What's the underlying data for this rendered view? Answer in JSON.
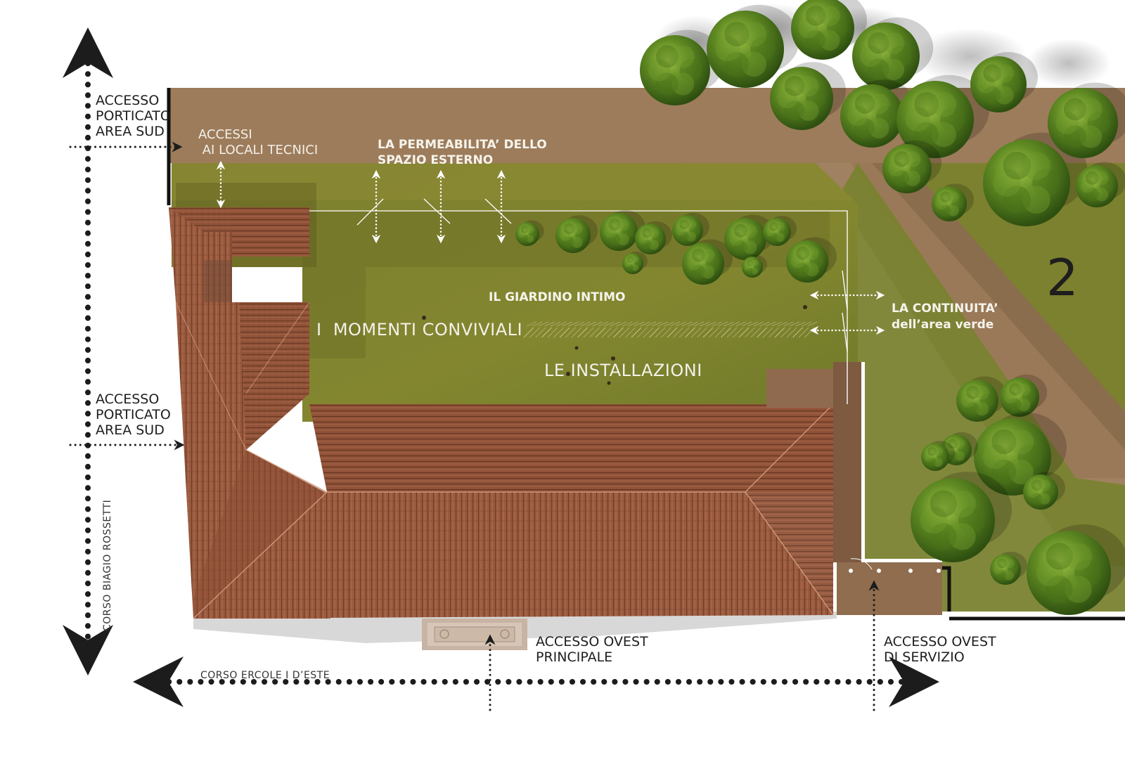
{
  "labels": {
    "access_portico_north": "ACCESSO\nPORTICATO\nAREA SUD",
    "access_technical": "ACCESSI\n AI LOCALI TECNICI",
    "permeability": "LA PERMEABILITA’ DELLO\nSPAZIO ESTERNO",
    "intimate_garden": "IL GIARDINO INTIMO",
    "convivial_moments": "I  MOMENTI CONVIVIALI",
    "installations": "LE INSTALLAZIONI",
    "continuity_title": "LA CONTINUITA’",
    "continuity_sub": "dell’area verde",
    "area_number": "2",
    "access_portico_south": "ACCESSO\nPORTICATO\nAREA SUD",
    "street_west": "CORSO BIAGIO ROSSETTI",
    "street_south": "CORSO ERCOLE I D’ESTE",
    "access_west_main": "ACCESSO OVEST\nPRINCIPALE",
    "access_west_service": "ACCESSO OVEST\nDI SERVIZIO"
  },
  "colors": {
    "grass": "#7e8430",
    "path": "#9e7d5c",
    "roof": "#9a5a3e",
    "roof_dark": "#7e4430",
    "tree": "#4f7a1c",
    "arrow_dark": "#1c1c1c",
    "arrow_light": "#ffffff"
  }
}
